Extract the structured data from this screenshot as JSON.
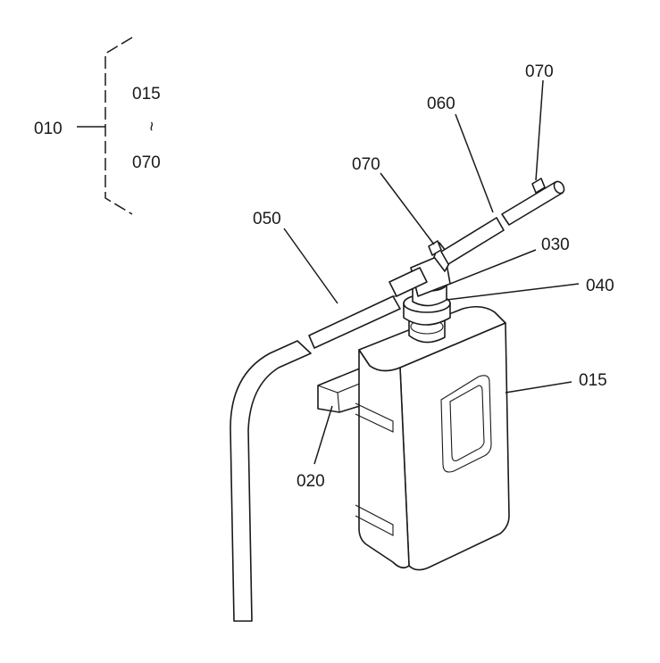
{
  "labels": {
    "assembly": "010",
    "range_start": "015",
    "range_tilde": "~",
    "range_end": "070",
    "bottle": "015",
    "bracket": "020",
    "cap": "030",
    "seal": "040",
    "hose": "050",
    "tube": "060",
    "clamp_left": "070",
    "clamp_right": "070"
  }
}
